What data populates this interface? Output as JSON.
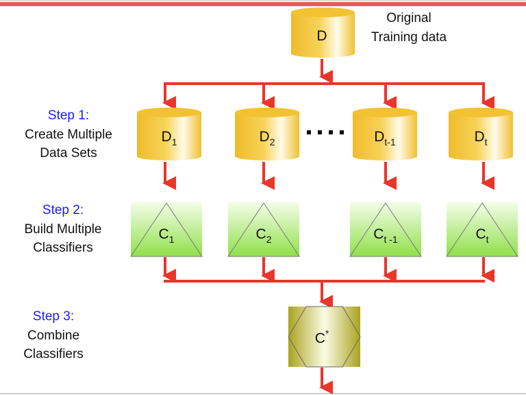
{
  "source": {
    "label": "D",
    "caption_line1": "Original",
    "caption_line2": "Training data"
  },
  "steps": [
    {
      "title": "Step 1:",
      "line1": "Create Multiple",
      "line2": "Data Sets"
    },
    {
      "title": "Step 2:",
      "line1": "Build Multiple",
      "line2": "Classifiers"
    },
    {
      "title": "Step 3:",
      "line1": "Combine",
      "line2": "Classifiers"
    }
  ],
  "datasets": [
    {
      "base": "D",
      "sub": "1"
    },
    {
      "base": "D",
      "sub": "2"
    },
    {
      "base": "D",
      "sub": "t-1"
    },
    {
      "base": "D",
      "sub": "t"
    }
  ],
  "ellipsis": "....",
  "classifiers": [
    {
      "base": "C",
      "sub": "1"
    },
    {
      "base": "C",
      "sub": "2"
    },
    {
      "base": "C",
      "sub": "t -1"
    },
    {
      "base": "C",
      "sub": "t"
    }
  ],
  "combined": {
    "base": "C",
    "sup": "*"
  },
  "colors": {
    "arrow": "#e8362a",
    "step": "#1a1aff",
    "cylinder": "#f2c232",
    "classifier": "#8fe04a",
    "combiner": "#b3ad2a",
    "topbar": "#e85a5a"
  }
}
